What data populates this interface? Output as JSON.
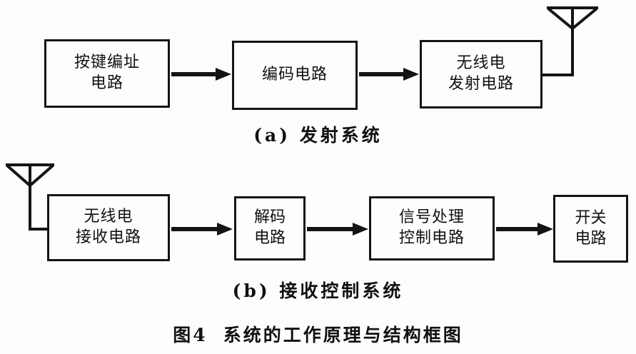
{
  "figure": {
    "title_number": "图4",
    "title_text": "系统的工作原理与结构框图"
  },
  "diagrams": [
    {
      "id": "transmitting-system",
      "caption": "(a) 发射系统",
      "blocks": [
        {
          "id": "key-address-circuit",
          "lines": [
            "按键编址",
            "电路"
          ]
        },
        {
          "id": "encoder-circuit",
          "lines": [
            "编码电路"
          ]
        },
        {
          "id": "radio-transmit-circuit",
          "lines": [
            "无线电",
            "发射电路"
          ]
        }
      ],
      "antenna": {
        "id": "transmit-antenna",
        "position": "right"
      }
    },
    {
      "id": "receiving-control-system",
      "caption": "(b) 接收控制系统",
      "blocks": [
        {
          "id": "radio-receive-circuit",
          "lines": [
            "无线电",
            "接收电路"
          ]
        },
        {
          "id": "decoder-circuit",
          "lines": [
            "解码",
            "电路"
          ]
        },
        {
          "id": "signal-processing-control-circuit",
          "lines": [
            "信号处理",
            "控制电路"
          ]
        },
        {
          "id": "switch-circuit",
          "lines": [
            "开关",
            "电路"
          ]
        }
      ],
      "antenna": {
        "id": "receive-antenna",
        "position": "left"
      }
    }
  ],
  "colors": {
    "ink": "#141414",
    "paper": "#fdfdfb"
  }
}
